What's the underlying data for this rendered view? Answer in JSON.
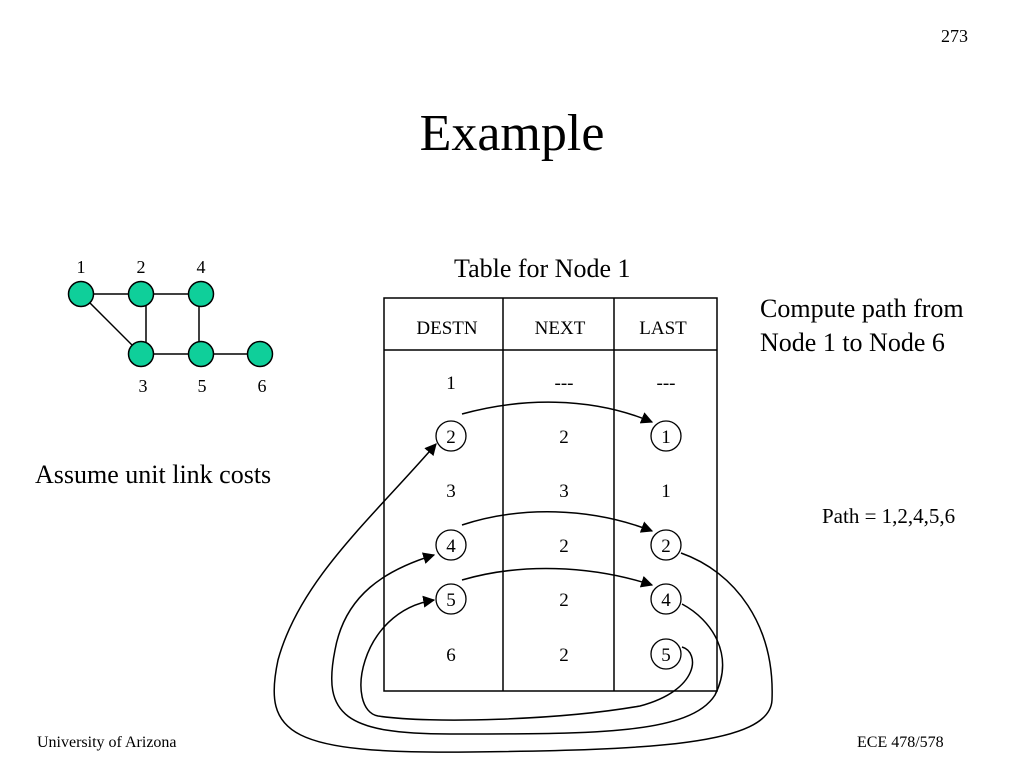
{
  "page_number": "273",
  "title": "Example",
  "graph": {
    "nodes": [
      {
        "id": "1",
        "label": "1"
      },
      {
        "id": "2",
        "label": "2"
      },
      {
        "id": "4",
        "label": "4"
      },
      {
        "id": "3",
        "label": "3"
      },
      {
        "id": "5",
        "label": "5"
      },
      {
        "id": "6",
        "label": "6"
      }
    ],
    "edges": [
      [
        "1",
        "2"
      ],
      [
        "2",
        "4"
      ],
      [
        "1",
        "3"
      ],
      [
        "2",
        "3"
      ],
      [
        "4",
        "5"
      ],
      [
        "3",
        "5"
      ],
      [
        "5",
        "6"
      ]
    ],
    "node_color": "#0fcf9a"
  },
  "assumption": "Assume unit link costs",
  "table": {
    "caption": "Table for Node 1",
    "headers": [
      "DESTN",
      "NEXT",
      "LAST"
    ],
    "rows": [
      [
        "1",
        "---",
        "---"
      ],
      [
        "2",
        "2",
        "1"
      ],
      [
        "3",
        "3",
        "1"
      ],
      [
        "4",
        "2",
        "2"
      ],
      [
        "5",
        "2",
        "4"
      ],
      [
        "6",
        "2",
        "5"
      ]
    ],
    "circled": [
      [
        1,
        0
      ],
      [
        1,
        2
      ],
      [
        3,
        0
      ],
      [
        3,
        2
      ],
      [
        4,
        0
      ],
      [
        4,
        2
      ],
      [
        5,
        2
      ]
    ]
  },
  "task": "Compute path from Node 1 to Node 6",
  "result": "Path = 1,2,4,5,6",
  "footer": {
    "left": "University of Arizona",
    "right": "ECE 478/578"
  }
}
